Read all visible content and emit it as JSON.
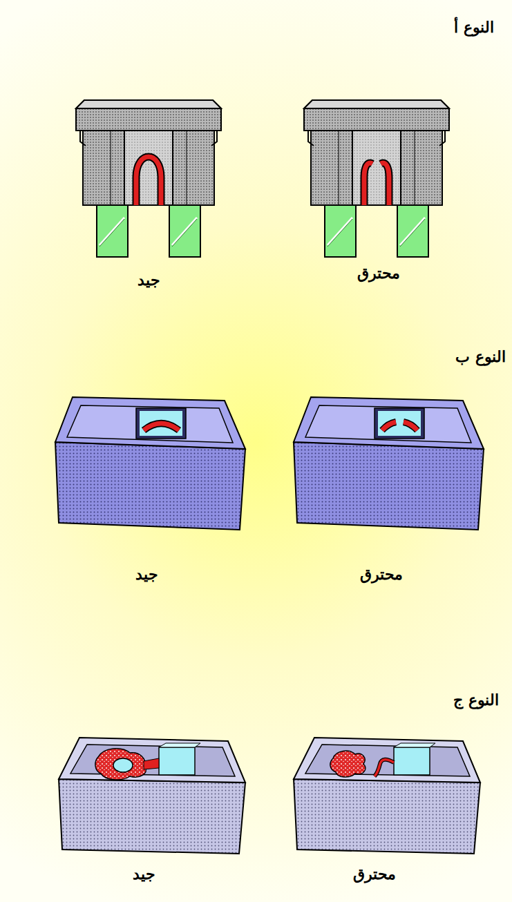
{
  "diagram": {
    "labels": [
      "النوع أ",
      "محترق",
      "جيد",
      "النوع ب",
      "محترق",
      "جيد",
      "النوع ج",
      "محترق",
      "جيد"
    ]
  }
}
